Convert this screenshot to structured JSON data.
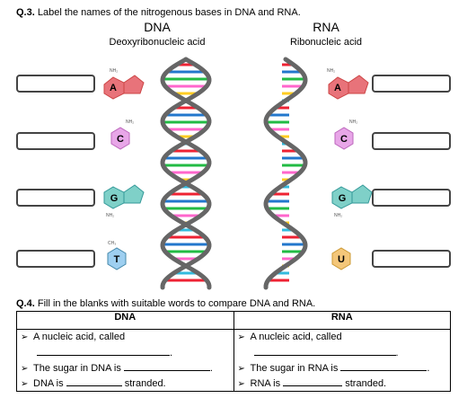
{
  "q3": {
    "number": "Q.3.",
    "text": "Label the names of the nitrogenous bases in DNA and RNA."
  },
  "dna": {
    "title": "DNA",
    "subtitle": "Deoxyribonucleic acid",
    "bases": [
      {
        "letter": "A",
        "color": "#e8737a"
      },
      {
        "letter": "C",
        "color": "#e8a6e8"
      },
      {
        "letter": "G",
        "color": "#7fd0c8"
      },
      {
        "letter": "T",
        "color": "#9ecff0"
      }
    ]
  },
  "rna": {
    "title": "RNA",
    "subtitle": "Ribonucleic acid",
    "bases": [
      {
        "letter": "A",
        "color": "#e8737a"
      },
      {
        "letter": "C",
        "color": "#e8a6e8"
      },
      {
        "letter": "G",
        "color": "#7fd0c8"
      },
      {
        "letter": "U",
        "color": "#f4c77a"
      }
    ]
  },
  "q4": {
    "number": "Q.4.",
    "text": "Fill in the blanks with suitable words to compare DNA and RNA."
  },
  "table": {
    "headers": [
      "DNA",
      "RNA"
    ],
    "dna": {
      "nucleic": "A nucleic acid, called",
      "sugar": "The sugar in DNA is",
      "strand_pre": "DNA is",
      "strand_post": "stranded."
    },
    "rna": {
      "nucleic": "A nucleic acid, called",
      "sugar": "The sugar in RNA is",
      "strand_pre": "RNA is",
      "strand_post": "stranded."
    }
  }
}
